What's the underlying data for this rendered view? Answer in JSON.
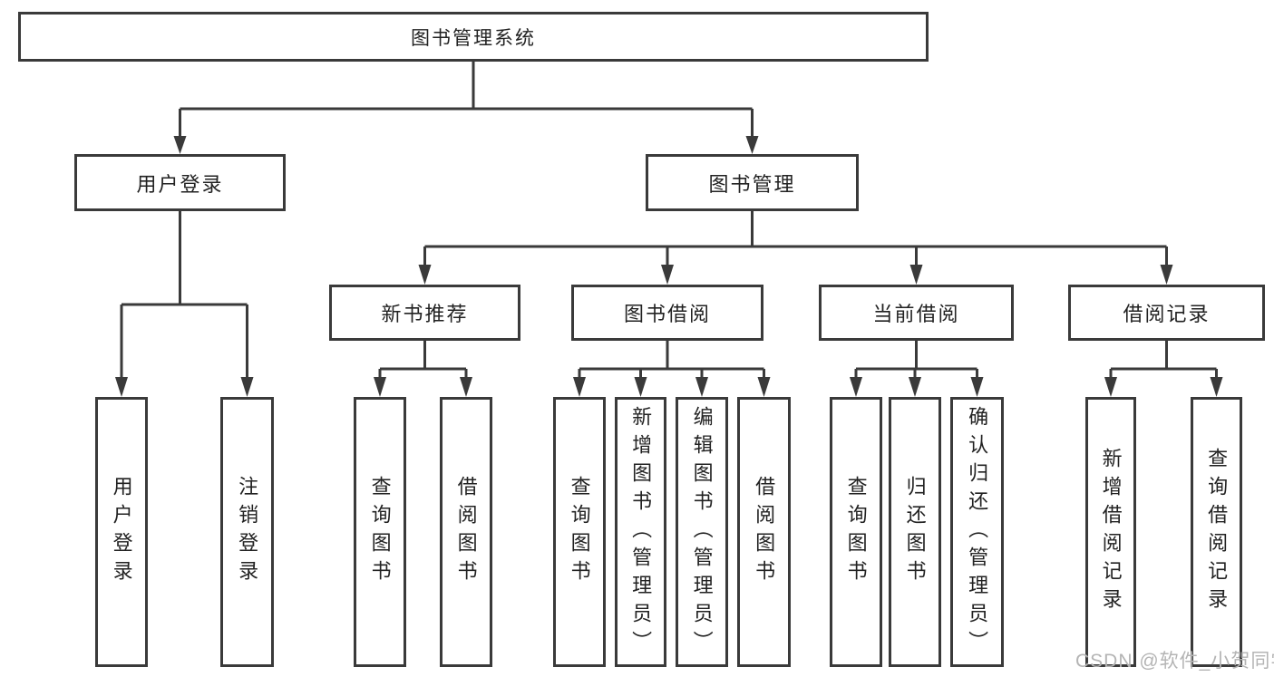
{
  "colors": {
    "line": "#3a3a3a",
    "box_border": "#3a3a3a",
    "text": "#222222",
    "watermark": "#b4b4b4",
    "background": "#ffffff"
  },
  "watermark": {
    "text": "CSDN @软件_小贺同学"
  },
  "tree": {
    "label": "图书管理系统",
    "children": [
      {
        "label": "用户登录",
        "children": [
          {
            "label": "用户登录"
          },
          {
            "label": "注销登录"
          }
        ]
      },
      {
        "label": "图书管理",
        "children": [
          {
            "label": "新书推荐",
            "children": [
              {
                "label": "查询图书"
              },
              {
                "label": "借阅图书"
              }
            ]
          },
          {
            "label": "图书借阅",
            "children": [
              {
                "label": "查询图书"
              },
              {
                "label": "新增图书（管理员）"
              },
              {
                "label": "编辑图书（管理员）"
              },
              {
                "label": "借阅图书"
              }
            ]
          },
          {
            "label": "当前借阅",
            "children": [
              {
                "label": "查询图书"
              },
              {
                "label": "归还图书"
              },
              {
                "label": "确认归还（管理员）"
              }
            ]
          },
          {
            "label": "借阅记录",
            "children": [
              {
                "label": "新增借阅记录"
              },
              {
                "label": "查询借阅记录"
              }
            ]
          }
        ]
      }
    ]
  }
}
